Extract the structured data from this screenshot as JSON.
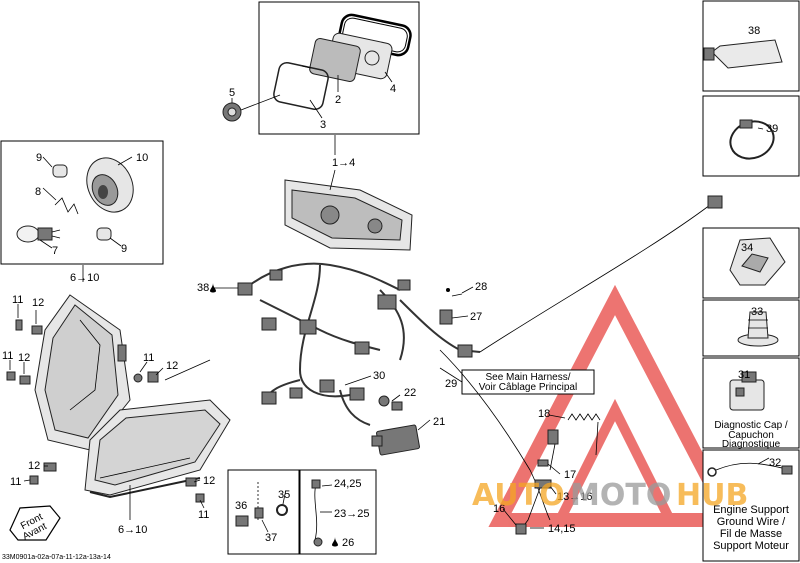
{
  "callouts": {
    "c1_4": "1→4",
    "c2": "2",
    "c3": "3",
    "c4": "4",
    "c5": "5",
    "c6_10_top": "6→10",
    "c6_10_bot": "6→10",
    "c7": "7",
    "c8": "8",
    "c9a": "9",
    "c9b": "9",
    "c10": "10",
    "c11a": "11",
    "c11b": "11",
    "c11c": "11",
    "c11d": "11",
    "c11e": "11",
    "c12a": "12",
    "c12b": "12",
    "c12c": "12",
    "c12d": "12",
    "c12e": "12",
    "c13_16": "13→16",
    "c14_15": "14,15",
    "c16": "16",
    "c17": "17",
    "c18": "18",
    "c21": "21",
    "c22": "22",
    "c23_25": "23→25",
    "c24_25": "24,25",
    "c26": "26",
    "c27": "27",
    "c28": "28",
    "c29": "29",
    "c30": "30",
    "c31": "31",
    "c32": "32",
    "c33": "33",
    "c34": "34",
    "c35": "35",
    "c36": "36",
    "c37": "37",
    "c38": "38",
    "c38b": "38",
    "c39": "39"
  },
  "notes": {
    "main_harness": [
      "See Main Harness/",
      "Voir Câblage Principal"
    ],
    "diagnostic_cap": [
      "Diagnostic Cap /",
      "Capuchon",
      "Diagnostique"
    ],
    "engine_support": [
      "Engine Support",
      "Ground Wire /",
      "Fil de Masse",
      "Support Moteur"
    ],
    "front": [
      "Front",
      "Avant"
    ]
  },
  "figure_code": "33M0901a-02a-07a-11-12a-13a-14",
  "watermark": {
    "part1": "AUTO",
    "part2": "MOTO",
    "part3": "HUB",
    "colors": {
      "orange": "#f5a623",
      "grey": "#9a9a9a",
      "red": "#e53935"
    }
  }
}
